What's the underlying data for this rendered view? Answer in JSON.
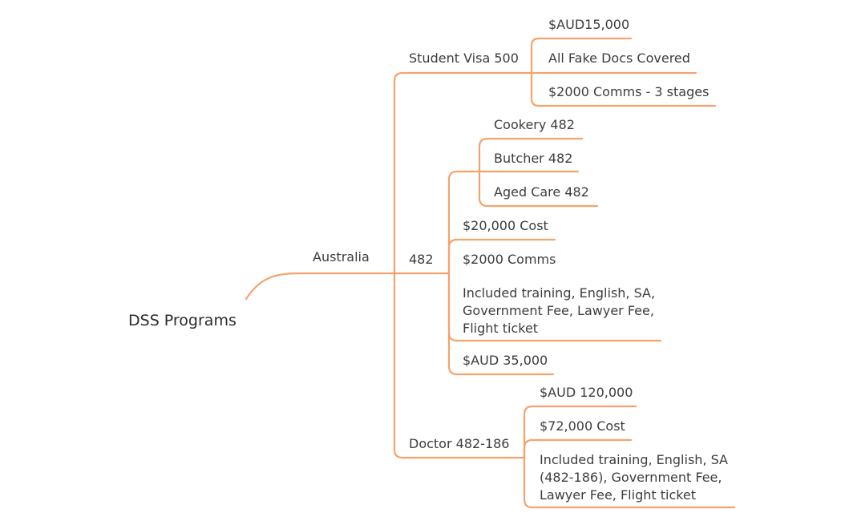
{
  "mindmap": {
    "root": "DSS Programs",
    "country": "Australia",
    "student_visa": {
      "label": "Student Visa 500",
      "items": [
        "$AUD15,000",
        "All Fake Docs Covered",
        "$2000 Comms - 3 stages"
      ]
    },
    "visa_482": {
      "label": "482",
      "occupations": [
        "Cookery 482",
        "Butcher 482",
        "Aged Care 482"
      ],
      "items": [
        "$20,000 Cost",
        "$2000 Comms",
        "Included training, English, SA, Government Fee, Lawyer Fee, Flight ticket",
        "$AUD 35,000"
      ]
    },
    "doctor": {
      "label": "Doctor 482-186",
      "items": [
        "$AUD 120,000",
        "$72,000 Cost",
        "Included training, English, SA (482-186), Government Fee, Lawyer Fee, Flight ticket"
      ]
    },
    "colors": {
      "link": "#f5a36c",
      "text": "#3d3d3d"
    }
  }
}
